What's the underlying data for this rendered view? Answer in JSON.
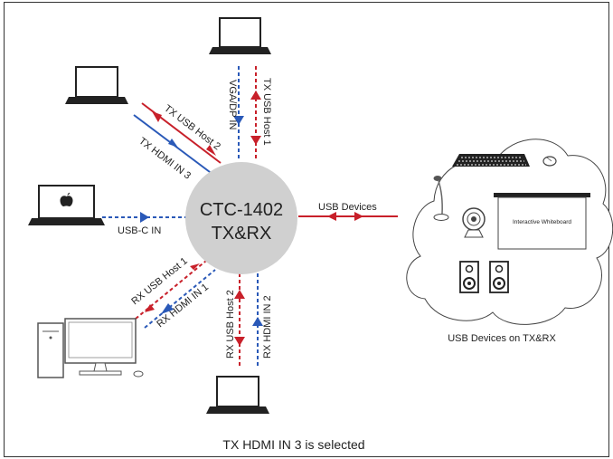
{
  "hub": {
    "line1": "CTC-1402",
    "line2": "TX&RX"
  },
  "connections": {
    "vga_dp_in": "VGA/DP IN",
    "tx_usb_host_1": "TX USB Host 1",
    "tx_usb_host_2": "TX USB Host 2",
    "tx_hdmi_in_3": "TX HDMI IN 3",
    "usb_c_in": "USB-C IN",
    "rx_usb_host_1": "RX USB Host 1",
    "rx_hdmi_in_1": "RX HDMI IN 1",
    "rx_usb_host_2": "RX USB Host 2",
    "rx_hdmi_in_2": "RX HDMI IN 2",
    "usb_devices": "USB Devices"
  },
  "cloud": {
    "whiteboard": "Interactive Whiteboard",
    "caption": "USB Devices on TX&RX"
  },
  "footer": "TX HDMI IN 3 is selected",
  "colors": {
    "red": "#c8202a",
    "blue": "#2a59b8",
    "hub": "#d0d0d0",
    "frame": "#333333"
  },
  "icons": [
    "laptop-icon",
    "macbook-icon",
    "desktop-pc-icon",
    "keyboard-icon",
    "mouse-icon",
    "microphone-icon",
    "webcam-icon",
    "speaker-icon",
    "whiteboard-icon"
  ]
}
